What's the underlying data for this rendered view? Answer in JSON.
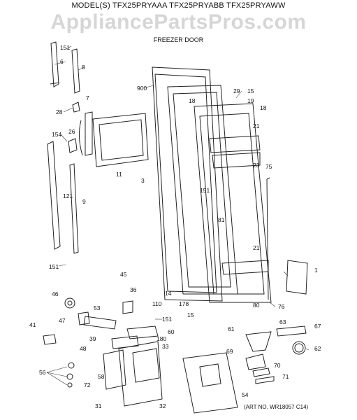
{
  "header": {
    "model_line": "MODEL(S) TFX25PRYAAA TFX25PRYABB TFX25PRYAWW",
    "watermark": "AppliancePartsPros.com",
    "subtitle": "FREEZER DOOR"
  },
  "footer": {
    "art_no": "(ART NO. WR18057 C14)"
  },
  "callouts": [
    "151",
    "6",
    "8",
    "7",
    "28",
    "154",
    "26",
    "121",
    "9",
    "11",
    "3",
    "900",
    "18",
    "29",
    "15",
    "19",
    "18",
    "21",
    "23",
    "75",
    "151",
    "81",
    "21",
    "1",
    "151",
    "45",
    "46",
    "36",
    "14",
    "110",
    "178",
    "15",
    "80",
    "76",
    "47",
    "53",
    "151",
    "60",
    "63",
    "67",
    "41",
    "39",
    "180",
    "48",
    "33",
    "61",
    "62",
    "69",
    "70",
    "71",
    "56",
    "72",
    "58",
    "54",
    "31",
    "32"
  ]
}
